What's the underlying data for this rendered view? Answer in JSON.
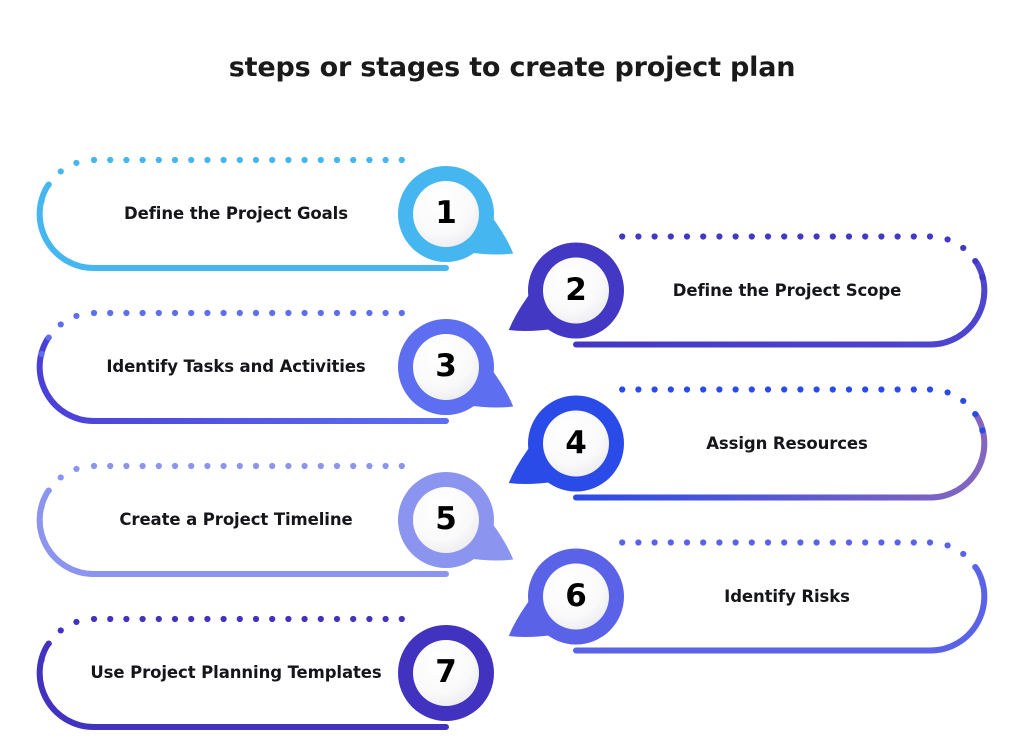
{
  "title": "steps or stages to create project plan",
  "theme": {
    "background": "#ffffff",
    "text_color": "#15161a",
    "number_color": "#000000",
    "circle_fill": "#f4f4f6"
  },
  "steps": [
    {
      "number": "1",
      "label": "Define the Project Goals",
      "side": "left",
      "color": "#45b6f0",
      "color_end": "#45b6f0"
    },
    {
      "number": "2",
      "label": "Define the Project Scope",
      "side": "right",
      "color": "#4338c4",
      "color_end": "#4f46cf"
    },
    {
      "number": "3",
      "label": "Identify Tasks and Activities",
      "side": "left",
      "color": "#5d6ef0",
      "color_end": "#4a40d8"
    },
    {
      "number": "4",
      "label": "Assign Resources",
      "side": "right",
      "color": "#2b4be8",
      "color_end": "#8566be"
    },
    {
      "number": "5",
      "label": "Create a Project Timeline",
      "side": "left",
      "color": "#8b95f0",
      "color_end": "#8b95f0"
    },
    {
      "number": "6",
      "label": "Identify Risks",
      "side": "right",
      "color": "#5a63e8",
      "color_end": "#5a63e8"
    },
    {
      "number": "7",
      "label": "Use Project Planning Templates",
      "side": "left",
      "color": "#4232c0",
      "color_end": "#4232c0"
    }
  ]
}
